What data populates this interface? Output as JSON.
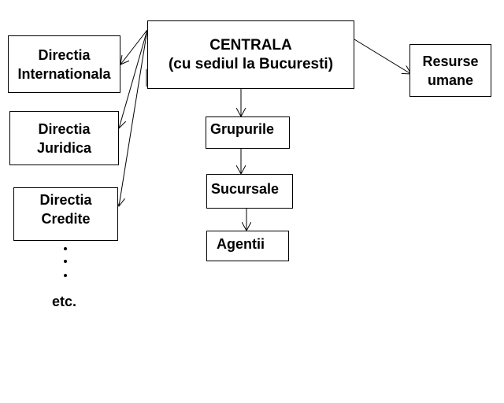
{
  "centrala": {
    "line1": "CENTRALA",
    "line2": "(cu sediul la Bucuresti)"
  },
  "resurse": {
    "line1": "Resurse",
    "line2": "umane"
  },
  "directii": [
    {
      "line1": "Directia",
      "line2": "Internationala"
    },
    {
      "line1": "Directia",
      "line2": "Juridica"
    },
    {
      "line1": "Directia",
      "line2": "Credite"
    }
  ],
  "grupurile": "Grupurile",
  "sucursale": "Sucursale",
  "agentii": "Agentii",
  "etc": "etc."
}
